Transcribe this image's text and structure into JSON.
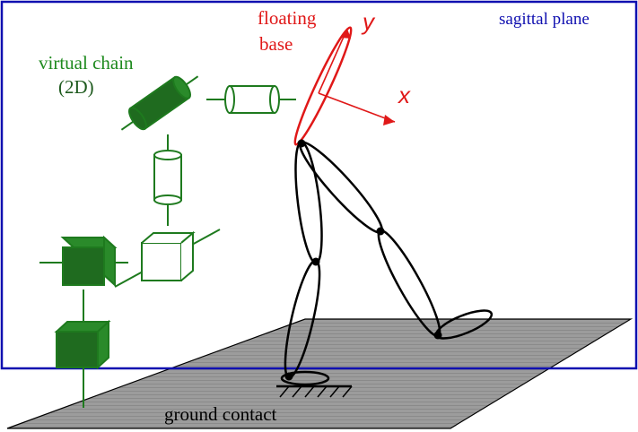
{
  "labels": {
    "sagittal_plane": "sagittal plane",
    "floating_base_line1": "floating",
    "floating_base_line2": "base",
    "axis_y": "y",
    "axis_x": "x",
    "virtual_chain_line1": "virtual chain",
    "virtual_chain_line2": "(2D)",
    "ground_contact": "ground contact"
  },
  "colors": {
    "plane_frame": "#1010b0",
    "floating_base": "#e01818",
    "virtual_chain": "#1e7a1e",
    "virtual_chain_fill": "#1f6b1f",
    "ground": "#9a9a9a",
    "legs": "#000000"
  }
}
